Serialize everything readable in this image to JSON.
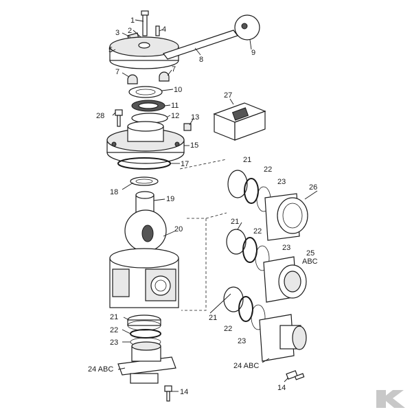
{
  "labels": {
    "p1": "1",
    "p2": "2",
    "p3": "3",
    "p4": "4",
    "p5": "5",
    "p7a": "7",
    "p7b": "7",
    "p8": "8",
    "p9": "9",
    "p10": "10",
    "p11": "11",
    "p12": "12",
    "p13": "13",
    "p15": "15",
    "p17": "17",
    "p18": "18",
    "p19": "19",
    "p20": "20",
    "p21a": "21",
    "p21b": "21",
    "p21c": "21",
    "p21d": "21",
    "p22a": "22",
    "p22b": "22",
    "p22c": "22",
    "p22d": "22",
    "p23a": "23",
    "p23b": "23",
    "p23c": "23",
    "p23d": "23",
    "p24a": "24 ABC",
    "p24b": "24 ABC",
    "p25": "25",
    "p25abc": "ABC",
    "p26": "26",
    "p27": "27",
    "p28": "28",
    "p14a": "14",
    "p14b": "14"
  },
  "colors": {
    "line": "#1a1a1a",
    "logo": "#c8c8c8"
  },
  "logo": {
    "icon": "brand-logo-icon"
  }
}
